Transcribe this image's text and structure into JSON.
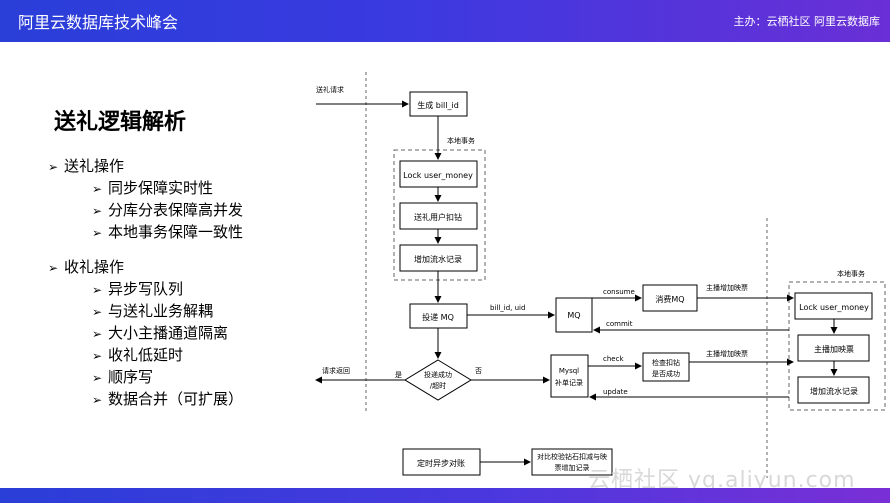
{
  "header": {
    "title": "阿里云数据库技术峰会",
    "organizer": "主办：云栖社区 阿里云数据库"
  },
  "watermark": "云栖社区 yq.aliyun.com",
  "page_title": "送礼逻辑解析",
  "sections": [
    {
      "heading": "送礼操作",
      "items": [
        "同步保障实时性",
        "分库分表保障高并发",
        "本地事务保障一致性"
      ]
    },
    {
      "heading": "收礼操作",
      "items": [
        "异步写队列",
        "与送礼业务解耦",
        "大小主播通道隔离",
        "收礼低延时",
        "顺序写",
        "数据合并（可扩展）"
      ]
    }
  ],
  "diagram": {
    "request_in": "送礼请求",
    "request_return": "请求返回",
    "gen_bill": "生成 bill_id",
    "local_tx_left": "本地事务",
    "lock_user_money_left": "Lock user_money",
    "deduct": "送礼用户扣钻",
    "add_flow_left": "增加流水记录",
    "deliver_mq": "投递 MQ",
    "bill_uid": "bill_id, uid",
    "mq": "MQ",
    "consume": "consume",
    "consume_mq": "消费MQ",
    "anchor_ticket_1": "主播增加映票",
    "commit": "commit",
    "decision_line1": "投递成功",
    "decision_line2": "/超时",
    "yes": "是",
    "no": "否",
    "mysql_line1": "Mysql",
    "mysql_line2": "补单记录",
    "check": "check",
    "check_line1": "检查扣钻",
    "check_line2": "是否成功",
    "anchor_ticket_2": "主播增加映票",
    "update": "update",
    "local_tx_right": "本地事务",
    "lock_user_money_right": "Lock user_money",
    "add_ticket": "主播加映票",
    "add_flow_right": "增加流水记录",
    "timer": "定时异步对账",
    "compare_line1": "对比校验钻石扣减与映",
    "compare_line2": "票增加记录"
  }
}
